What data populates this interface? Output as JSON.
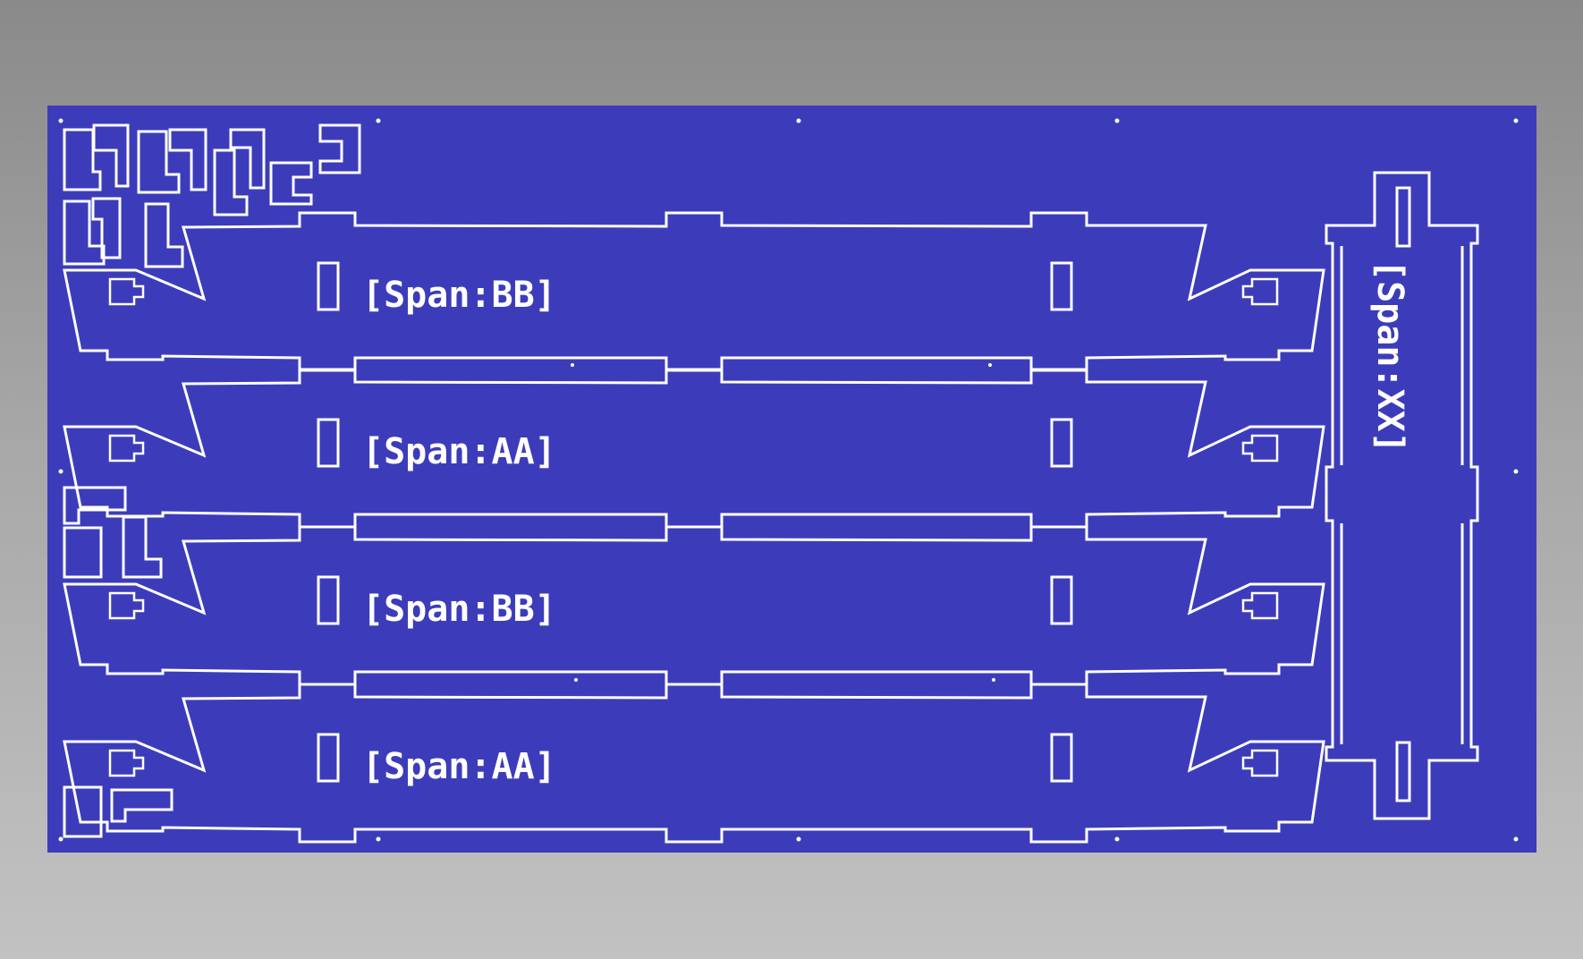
{
  "panel": {
    "sheet_color": "#3c3cbb",
    "cut_color": "#ffffff",
    "background_top": "#8a8a8a",
    "background_bottom": "#c2c2c2"
  },
  "labels": {
    "span_bb_1": "[Span:BB]",
    "span_aa_1": "[Span:AA]",
    "span_bb_2": "[Span:BB]",
    "span_aa_2": "[Span:AA]",
    "span_xx": "[Span:XX]"
  }
}
